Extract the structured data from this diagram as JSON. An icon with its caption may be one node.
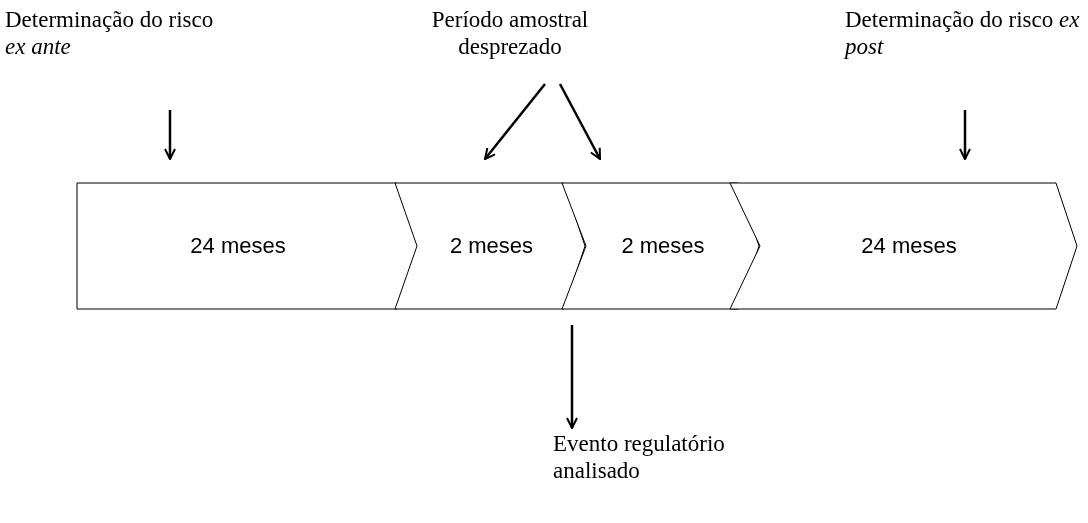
{
  "diagram": {
    "nodes": [
      {
        "text": [
          "Determinação do risco *ex ante*"
        ]
      },
      {
        "text": [
          "Período amostral desprezado"
        ]
      },
      {
        "text": [
          "Determinação do risco *ex post*"
        ]
      },
      {
        "text": [
          "24 meses"
        ]
      },
      {
        "text": [
          "2 meses"
        ]
      },
      {
        "text": [
          "2 meses"
        ]
      },
      {
        "text": [
          "24 meses"
        ]
      },
      {
        "text": [
          "Evento regulatório analisado"
        ]
      }
    ],
    "edges": [
      {
        "from": 0,
        "to": 3,
        "arrow": "to"
      },
      {
        "from": 1,
        "to": 4,
        "arrow": "to"
      },
      {
        "from": 1,
        "to": 5,
        "arrow": "to"
      },
      {
        "from": 2,
        "to": 6,
        "arrow": "to"
      },
      {
        "from": null,
        "to": 7,
        "arrow": "to"
      }
    ]
  }
}
